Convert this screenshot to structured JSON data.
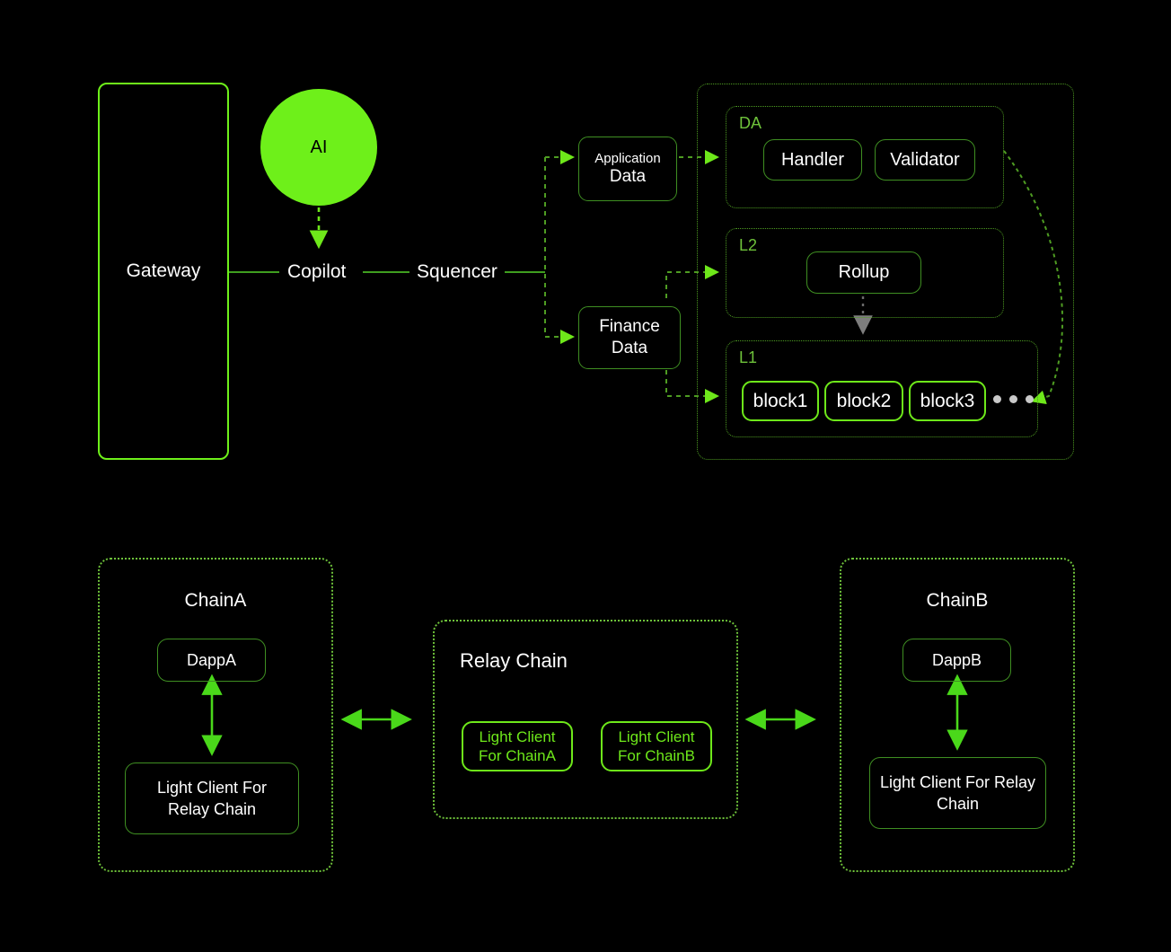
{
  "theme": {
    "background": "#000000",
    "bright_green": "#6ef01a",
    "mid_green": "#6ec23a",
    "dim_green": "#3f8f22",
    "dotted_green": "#4e9c22",
    "white": "#ffffff",
    "dot_gray": "#c9c9c9"
  },
  "top": {
    "gateway": "Gateway",
    "ai": "AI",
    "copilot": "Copilot",
    "squencer": "Squencer",
    "application_data": {
      "line1": "Application",
      "line2": "Data"
    },
    "finance_data": {
      "line1": "Finance",
      "line2": "Data"
    },
    "groups": [
      {
        "title": "DA",
        "items": [
          "Handler",
          "Validator"
        ]
      },
      {
        "title": "L2",
        "items": [
          "Rollup"
        ]
      },
      {
        "title": "L1",
        "items": [
          "block1",
          "block2",
          "block3"
        ],
        "ellipsis": "•••"
      }
    ]
  },
  "bottom": {
    "chain_a": {
      "title": "ChainA",
      "dapp": "DappA",
      "light_client": "Light Client For Relay Chain"
    },
    "relay": {
      "title": "Relay Chain",
      "clients": [
        {
          "line1": "Light Client",
          "line2": "For ChainA"
        },
        {
          "line1": "Light Client",
          "line2": "For ChainB"
        }
      ]
    },
    "chain_b": {
      "title": "ChainB",
      "dapp": "DappB",
      "light_client": "Light Client For Relay Chain"
    }
  }
}
